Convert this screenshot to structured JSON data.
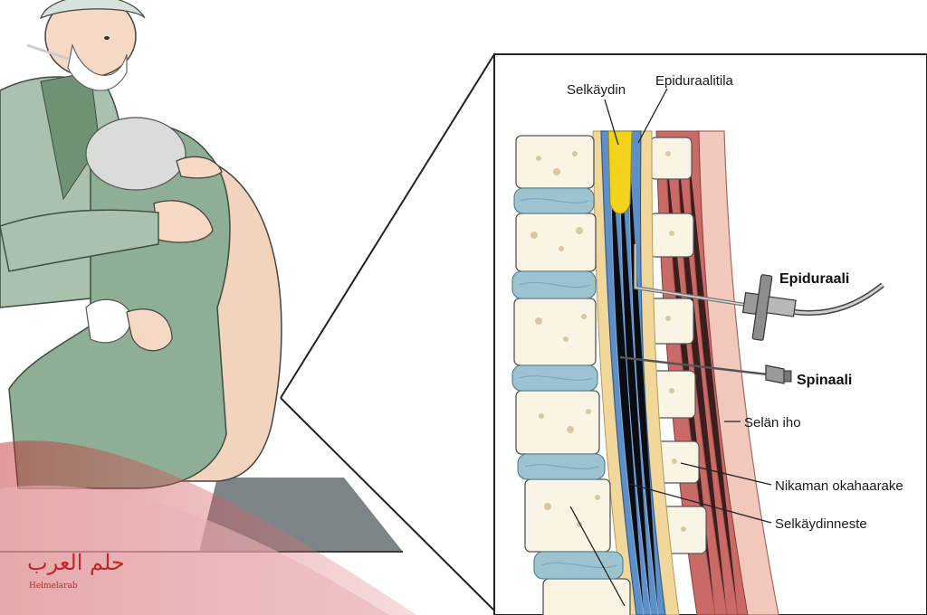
{
  "diagram": {
    "labels": {
      "spinal_cord": "Selkäydin",
      "epidural_space": "Epiduraalitila",
      "epidural": "Epiduraali",
      "spinal": "Spinaali",
      "back_skin": "Selän iho",
      "spinous_process": "Nikaman okahaarake",
      "cerebrospinal_fluid": "Selkäydinneste"
    }
  },
  "watermark": {
    "arabic": "حلم العرب",
    "latin": "Helmelarab",
    "color": "#c0262b"
  },
  "colors": {
    "gown": "#8fae96",
    "skin": "#f5d9c5",
    "bone": "#faf4e4",
    "disc": "#9cc3cf",
    "dura": "#5e8fc7",
    "fat": "#f2d79a",
    "muscle": "#c96a66",
    "spinal_cord_tip": "#f3d21a"
  }
}
